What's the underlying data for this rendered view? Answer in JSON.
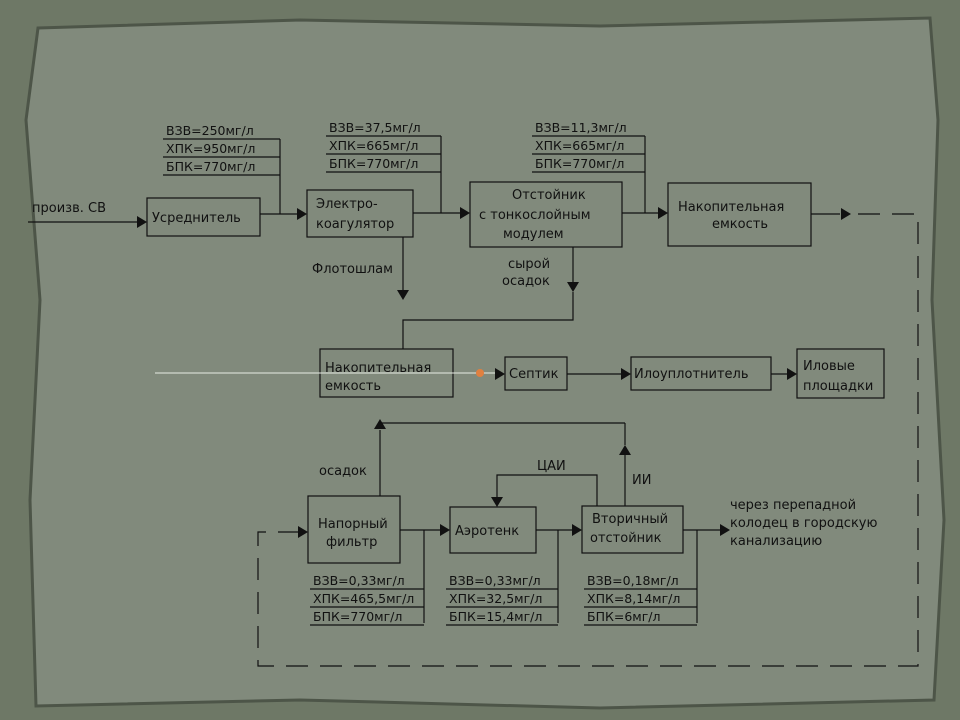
{
  "input_label": "произв. СВ",
  "blocks": {
    "usrednitel": "Усреднитель",
    "electro": [
      "Электро-",
      "коагулятор"
    ],
    "otstoinik": [
      "Отстойник",
      "с тонкослойным",
      "модулем"
    ],
    "nakop1": [
      "Накопительная",
      "емкость"
    ],
    "nakop2": [
      "Накопительная",
      "емкость"
    ],
    "septik": "Септик",
    "iloupl": "Илоуплотнитель",
    "ilovye": [
      "Иловые",
      "площадки"
    ],
    "filtr": [
      "Напорный",
      "фильтр"
    ],
    "aerotenk": "Аэротенк",
    "vtorich": [
      "Вторичный",
      "отстойник"
    ]
  },
  "params": {
    "p1": [
      "ВЗВ=250мг/л",
      "ХПК=950мг/л",
      "БПК=770мг/л"
    ],
    "p2": [
      "ВЗВ=37,5мг/л",
      "ХПК=665мг/л",
      "БПК=770мг/л"
    ],
    "p3": [
      "ВЗВ=11,3мг/л",
      "ХПК=665мг/л",
      "БПК=770мг/л"
    ],
    "p4": [
      "ВЗВ=0,33мг/л",
      "ХПК=465,5мг/л",
      "БПК=770мг/л"
    ],
    "p5": [
      "ВЗВ=0,33мг/л",
      "ХПК=32,5мг/л",
      "БПК=15,4мг/л"
    ],
    "p6": [
      "ВЗВ=0,18мг/л",
      "ХПК=8,14мг/л",
      "БПК=6мг/л"
    ]
  },
  "labels": {
    "flotoshlam": "Флотошлам",
    "syroi": [
      "сырой",
      "осадок"
    ],
    "osadok": "осадок",
    "tsai": "ЦАИ",
    "ii": "ИИ",
    "output": [
      "через перепадной",
      "колодец в городскую",
      "канализацию"
    ]
  },
  "colors": {
    "board": "#818a7c",
    "frame": "#6e7866",
    "ink": "#111111",
    "marker": "#e08040"
  }
}
